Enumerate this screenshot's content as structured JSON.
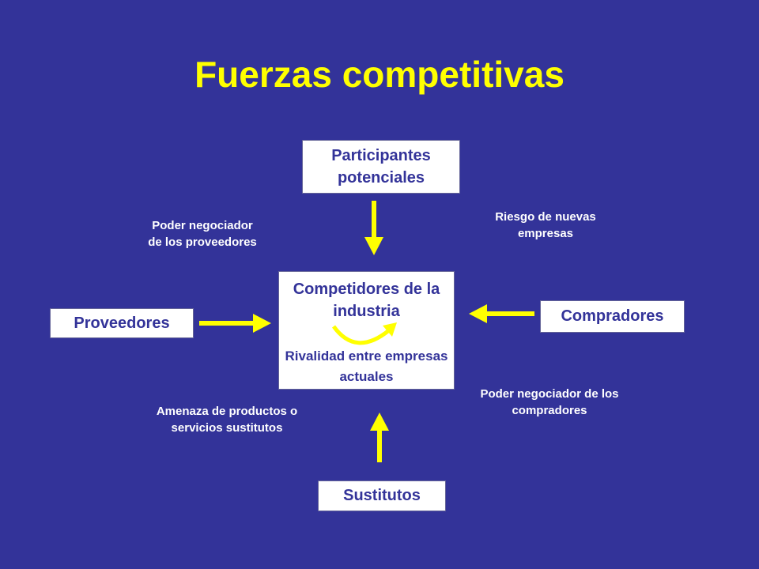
{
  "title": "Fuerzas competitivas",
  "nodes": {
    "participantes": "Participantes potenciales",
    "proveedores": "Proveedores",
    "compradores": "Compradores",
    "sustitutos": "Sustitutos",
    "central_title": "Competidores de la industria",
    "central_subtitle": "Rivalidad entre empresas actuales"
  },
  "labels": {
    "poder_proveedores": "Poder negociador de los proveedores",
    "riesgo_nuevas": "Riesgo de nuevas empresas",
    "amenaza_sustitutos": "Amenaza de productos o servicios sustitutos",
    "poder_compradores": "Poder negociador de los compradores"
  },
  "colors": {
    "background": "#333399",
    "accent": "#ffff00",
    "box": "#ffffff",
    "box_text": "#333399",
    "label_text": "#ffffff"
  }
}
